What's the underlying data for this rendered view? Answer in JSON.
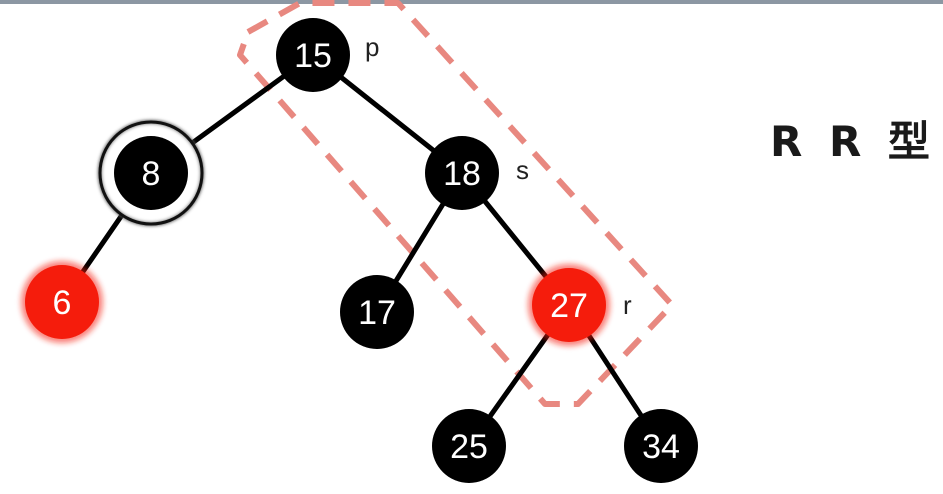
{
  "title": "R R 型",
  "colors": {
    "black_node": "#000000",
    "red_node": "#f51c0c",
    "highlight": "#e88880",
    "edge": "#000000"
  },
  "nodes": [
    {
      "id": "n15",
      "label": "15",
      "color": "black",
      "role": "p"
    },
    {
      "id": "n8",
      "label": "8",
      "color": "black",
      "role": "",
      "double_black": true
    },
    {
      "id": "n18",
      "label": "18",
      "color": "black",
      "role": "s"
    },
    {
      "id": "n6",
      "label": "6",
      "color": "red",
      "role": ""
    },
    {
      "id": "n17",
      "label": "17",
      "color": "black",
      "role": ""
    },
    {
      "id": "n27",
      "label": "27",
      "color": "red",
      "role": "r"
    },
    {
      "id": "n25",
      "label": "25",
      "color": "black",
      "role": ""
    },
    {
      "id": "n34",
      "label": "34",
      "color": "black",
      "role": ""
    }
  ],
  "edges": [
    [
      "n15",
      "n8"
    ],
    [
      "n15",
      "n18"
    ],
    [
      "n8",
      "n6"
    ],
    [
      "n18",
      "n17"
    ],
    [
      "n18",
      "n27"
    ],
    [
      "n27",
      "n25"
    ],
    [
      "n27",
      "n34"
    ]
  ],
  "highlight_group": [
    "n15",
    "n18",
    "n27"
  ]
}
